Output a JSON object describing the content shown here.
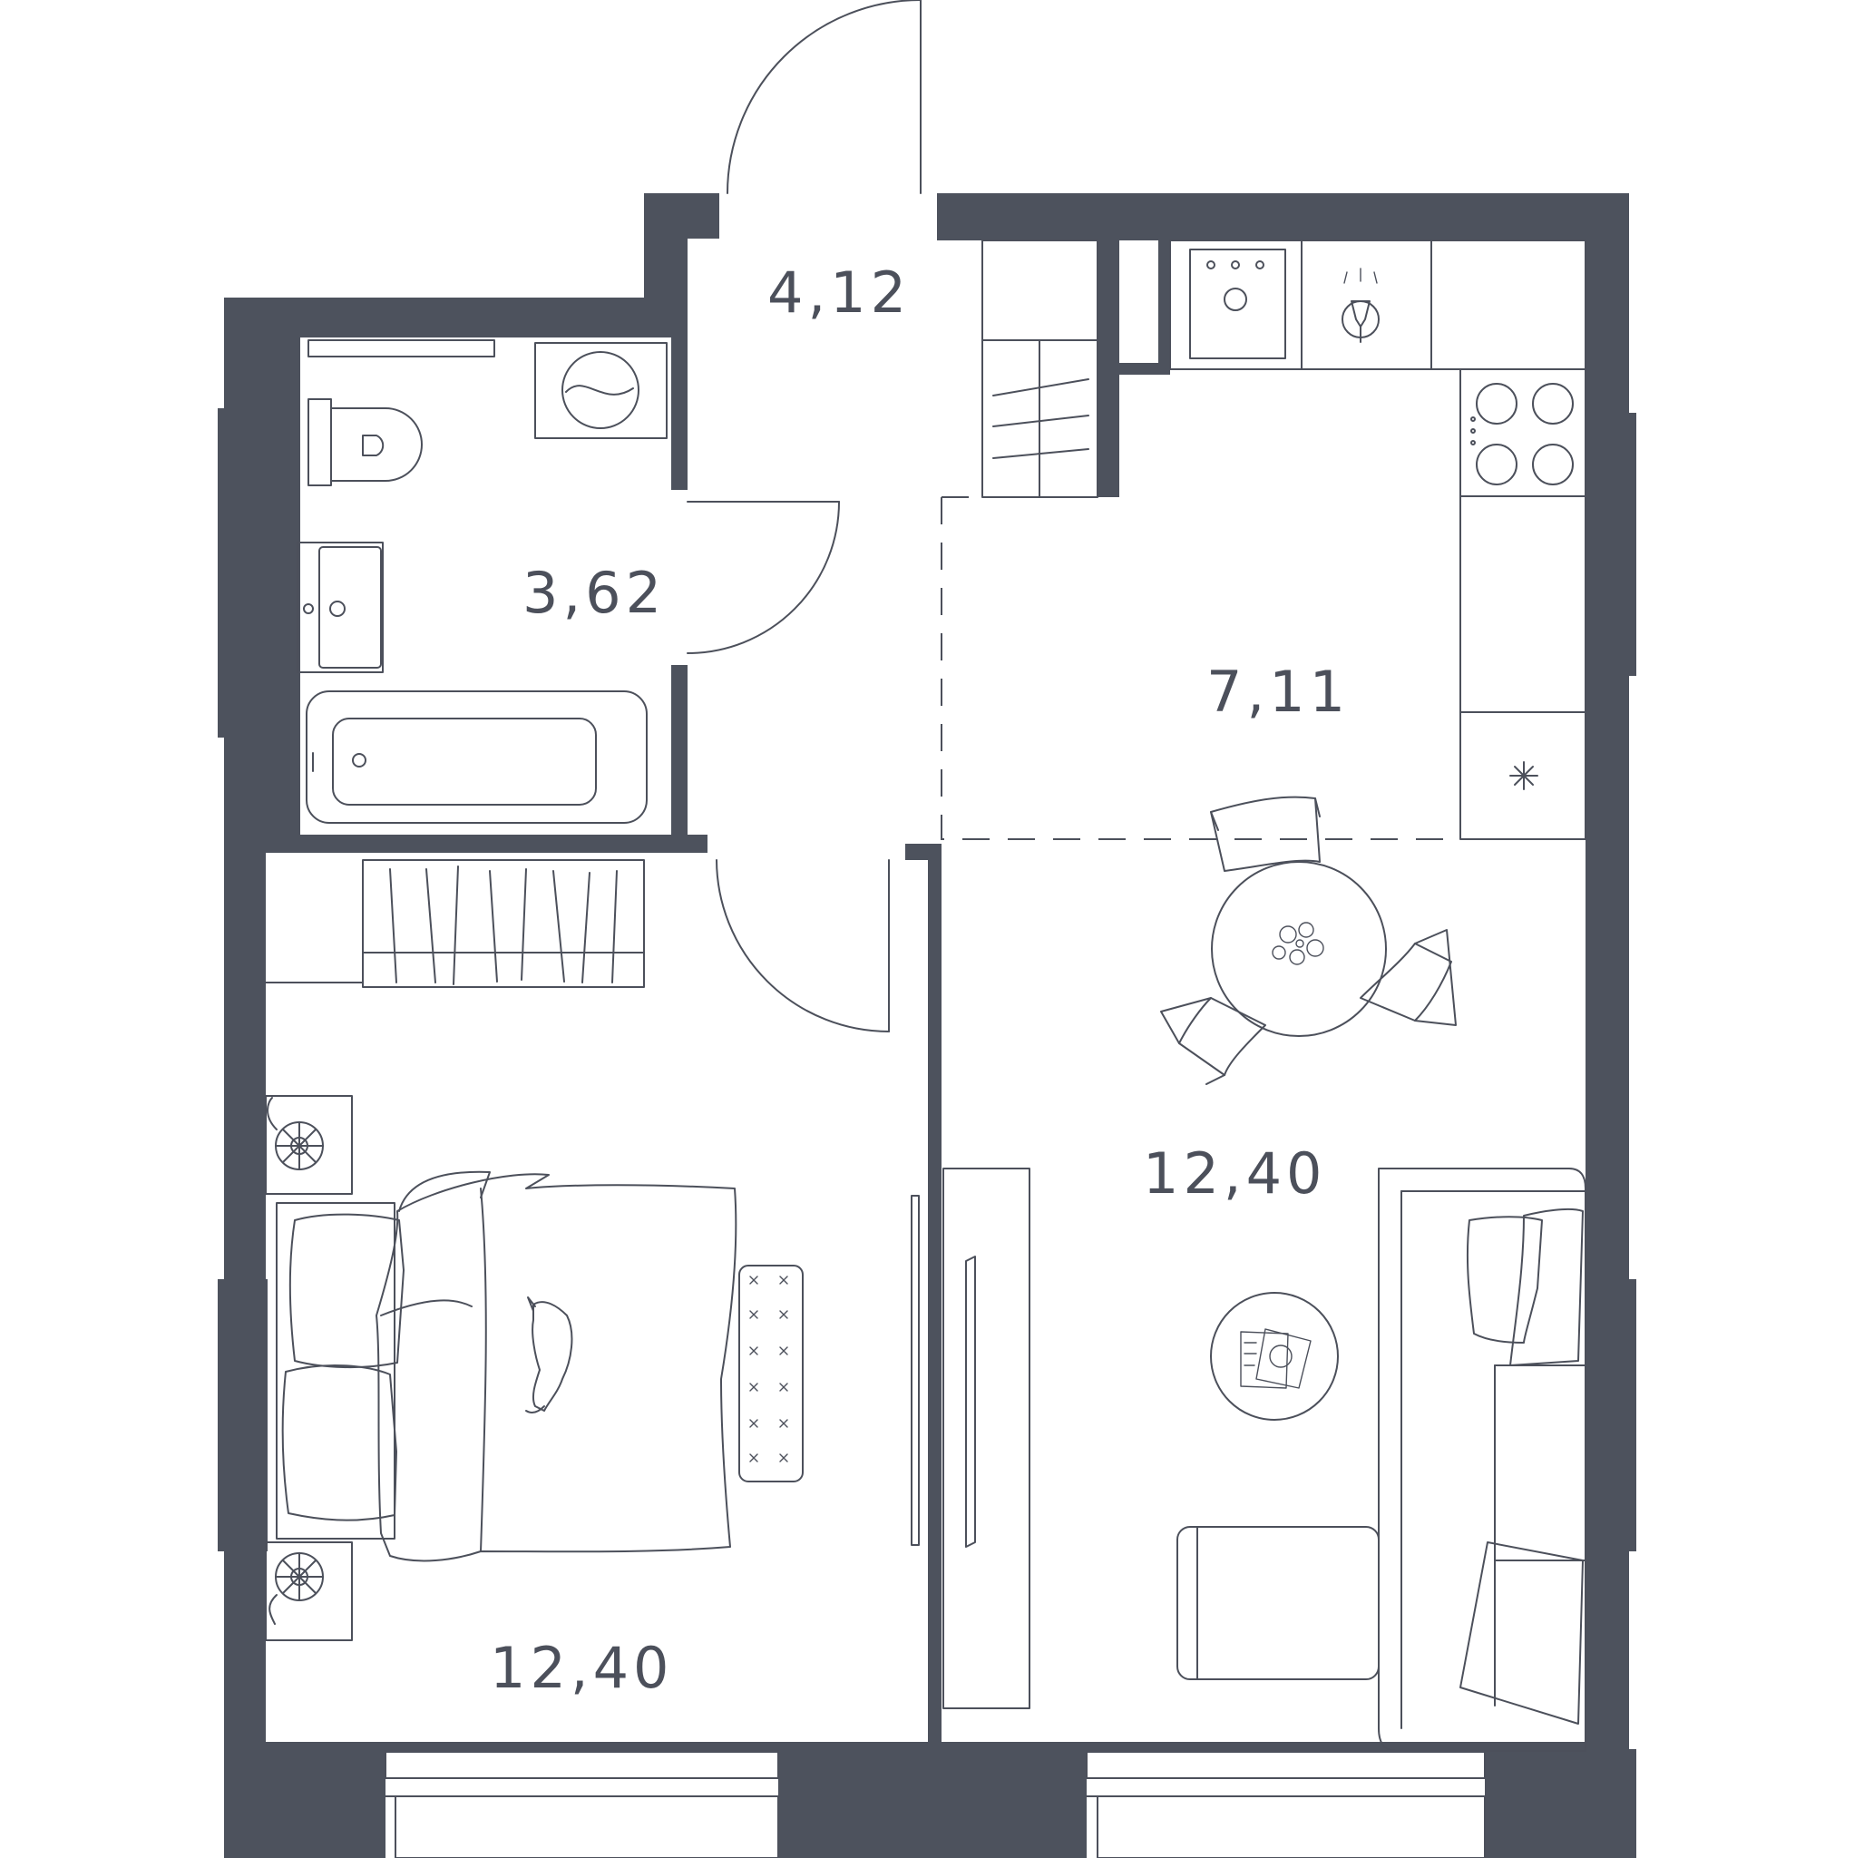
{
  "colors": {
    "wall": "#4d525d",
    "line": "#4c505b",
    "background": "#ffffff"
  },
  "rooms": [
    {
      "id": "hallway",
      "area": "4,12"
    },
    {
      "id": "bathroom",
      "area": "3,62"
    },
    {
      "id": "kitchen",
      "area": "7,11"
    },
    {
      "id": "living-room",
      "area": "12,40"
    },
    {
      "id": "bedroom",
      "area": "12,40"
    }
  ]
}
